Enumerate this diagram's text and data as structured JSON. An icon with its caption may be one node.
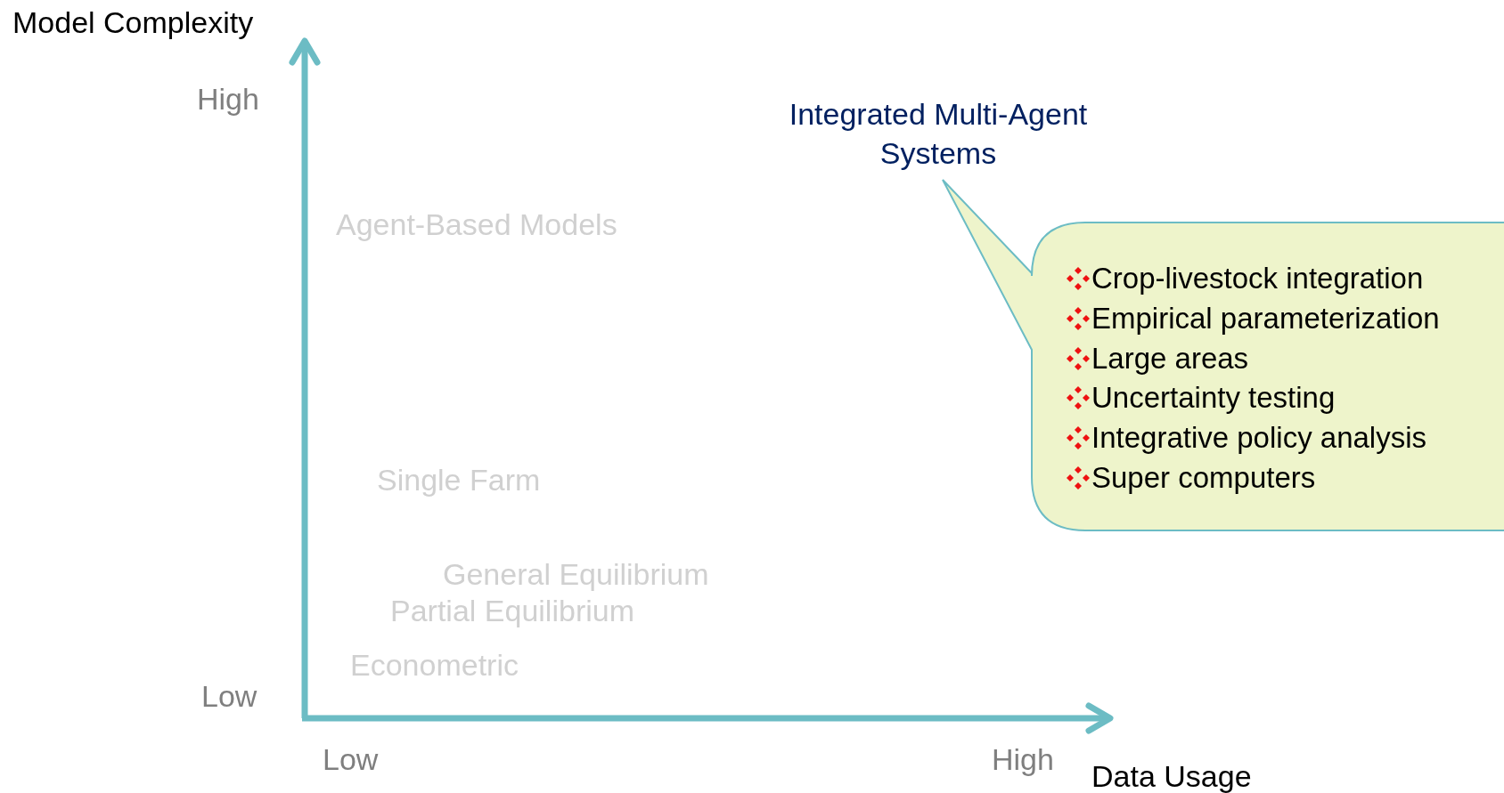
{
  "diagram": {
    "nodes": [
      {
        "text": [
          "Crop-livestock integration",
          "Empirical parameterization",
          "Large areas",
          "Uncertainty testing",
          "Integrative policy analysis",
          "Super computers"
        ],
        "beside": [
          "Integrated Multi-Agent Systems"
        ]
      }
    ],
    "edges": [],
    "labels": [
      "Model Complexity",
      "High",
      "Agent-Based Models",
      "Single Farm",
      "General Equilibrium",
      "Partial Equilibrium",
      "Econometric",
      "Low",
      "Low",
      "High",
      "Data Usage"
    ]
  }
}
